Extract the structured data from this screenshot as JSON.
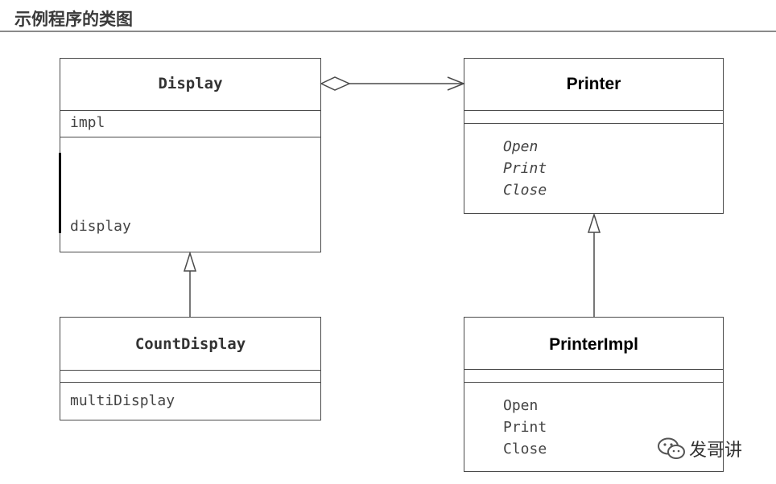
{
  "header": {
    "title": "示例程序的类图"
  },
  "classes": {
    "display": {
      "name": "Display",
      "field": "impl",
      "method": "display"
    },
    "count_display": {
      "name": "CountDisplay",
      "method": "multiDisplay"
    },
    "printer": {
      "name": "Printer",
      "methods": [
        "Open",
        "Print",
        "Close"
      ]
    },
    "printer_impl": {
      "name": "PrinterImpl",
      "methods": [
        "Open",
        "Print",
        "Close"
      ]
    }
  },
  "watermark": {
    "text": "发哥讲"
  }
}
